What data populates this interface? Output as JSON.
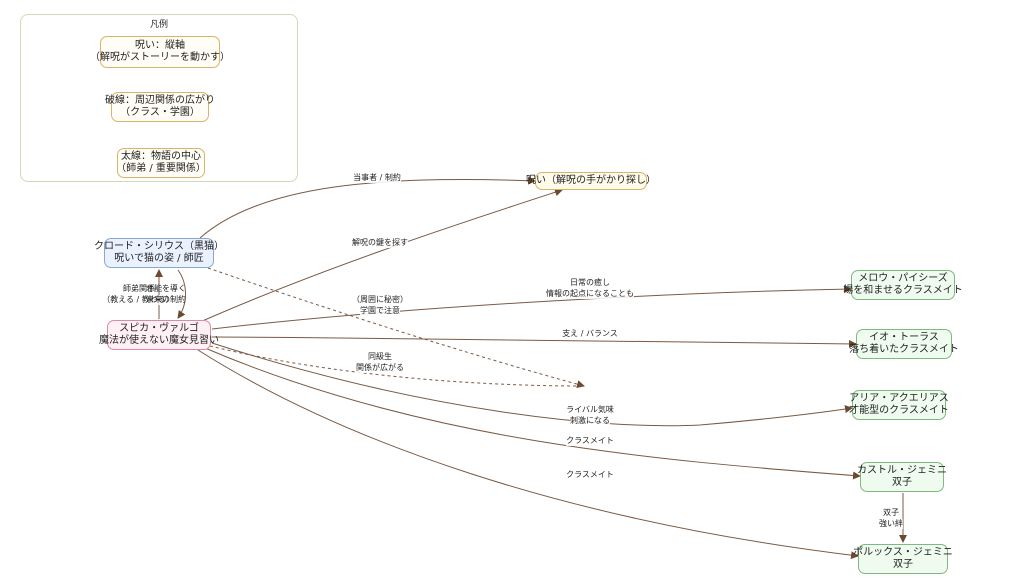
{
  "legend": {
    "title": "凡例",
    "items": [
      {
        "line1": "呪い：縦軸",
        "line2": "（解呪がストーリーを動かす）"
      },
      {
        "line1": "破線：周辺関係の広がり",
        "line2": "（クラス・学園）"
      },
      {
        "line1": "太線：物語の中心",
        "line2": "（師弟 / 重要関係）"
      }
    ]
  },
  "nodes": {
    "curse": {
      "line1": "呪い（解呪の手がかり探し）"
    },
    "claude": {
      "line1": "クロード・シリウス（黒猫）",
      "line2": "呪いで猫の姿 / 師匠"
    },
    "spica": {
      "line1": "スピカ・ヴァルゴ",
      "line2": "魔法が使えない魔女見習い"
    },
    "mellow": {
      "line1": "メロウ・パイシーズ",
      "line2": "場を和ませるクラスメイト"
    },
    "io": {
      "line1": "イオ・トーラス",
      "line2": "落ち着いたクラスメイト"
    },
    "aria": {
      "line1": "アリア・アクエリアス",
      "line2": "才能型のクラスメイト"
    },
    "castor": {
      "line1": "カストル・ジェミニ",
      "line2": "双子"
    },
    "pollux": {
      "line1": "ポルックス・ジェミニ",
      "line2": "双子"
    }
  },
  "edges": {
    "claude_curse": "当事者 / 制約",
    "spica_curse": "解呪の鍵を探す",
    "claude_spica_a": "師弟関係",
    "claude_spica_b": "（教える / 教わる）",
    "spica_claude_a": "才能を導く",
    "spica_claude_b": "未来の制約",
    "spica_mellow_a": "日常の癒し",
    "spica_mellow_b": "情報の起点になることも",
    "spica_io": "支え / バランス",
    "spica_aria_a": "ライバル気味",
    "spica_aria_b": "刺激になる",
    "spica_castor": "クラスメイト",
    "spica_pollux": "クラスメイト",
    "castor_pollux_a": "双子",
    "castor_pollux_b": "強い絆",
    "claude_dash_a": "（周囲に秘密）",
    "claude_dash_b": "学園で注意",
    "spica_dash_a": "同級生",
    "spica_dash_b": "関係が広がる"
  }
}
